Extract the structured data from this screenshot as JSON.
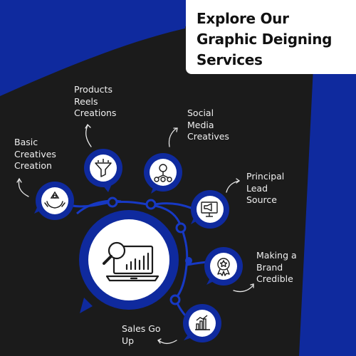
{
  "title": {
    "line1": "Explore Our",
    "line2": "Graphic Deigning",
    "line3": "Services"
  },
  "colors": {
    "background": "#1b1b1b",
    "brand_blue": "#0f2a9e",
    "accent_blue": "#1739c4",
    "white": "#ffffff"
  },
  "services": [
    {
      "id": "basic",
      "lines": [
        "Basic",
        "Creatives",
        "Creation"
      ],
      "icon": "hands-idea-icon"
    },
    {
      "id": "products",
      "lines": [
        "Products",
        "Reels",
        "Creations"
      ],
      "icon": "funnel-icon"
    },
    {
      "id": "social",
      "lines": [
        "Social",
        "Media",
        "Creatives"
      ],
      "icon": "money-network-icon"
    },
    {
      "id": "lead",
      "lines": [
        "Principal",
        "Lead",
        "Source"
      ],
      "icon": "megaphone-screen-icon"
    },
    {
      "id": "brand",
      "lines": [
        "Making a",
        "Brand",
        "Credible"
      ],
      "icon": "award-badge-icon"
    },
    {
      "id": "sales",
      "lines": [
        "Sales Go",
        "Up"
      ],
      "icon": "bar-chart-icon"
    }
  ],
  "center": {
    "icon": "laptop-analytics-icon"
  }
}
